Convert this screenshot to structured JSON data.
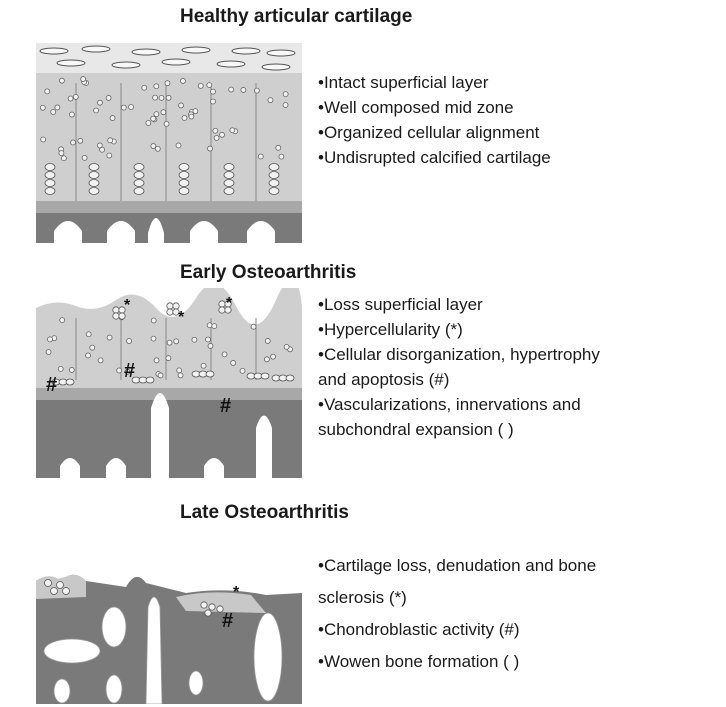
{
  "sections": [
    {
      "title": "Healthy articular cartilage",
      "bullets": [
        "Intact superficial layer",
        "Well composed mid zone",
        "Organized  cellular alignment",
        "Undisrupted calcified cartilage"
      ]
    },
    {
      "title": "Early Osteoarthritis",
      "bullets": [
        "Loss superficial layer",
        "Hypercellularity (*)",
        "Cellular disorganization, hypertrophy",
        "and apoptosis (#)",
        "Vascularizations, innervations and",
        "subchondral expansion ( )"
      ]
    },
    {
      "title": "Late Osteoarthritis",
      "bullets": [
        "Cartilage loss, denudation and bone",
        "sclerosis (*)",
        "Chondroblastic activity  (#)",
        "Wowen bone formation ( )"
      ]
    }
  ],
  "marks": {
    "hash": "#",
    "star": "*"
  },
  "colors": {
    "light_cartilage": "#d9d9d9",
    "mid_cartilage": "#bdbdbd",
    "calcified": "#a8a8a8",
    "bone": "#7a7a7a",
    "cell_fill": "#f2f2f2",
    "outline": "#555555"
  }
}
